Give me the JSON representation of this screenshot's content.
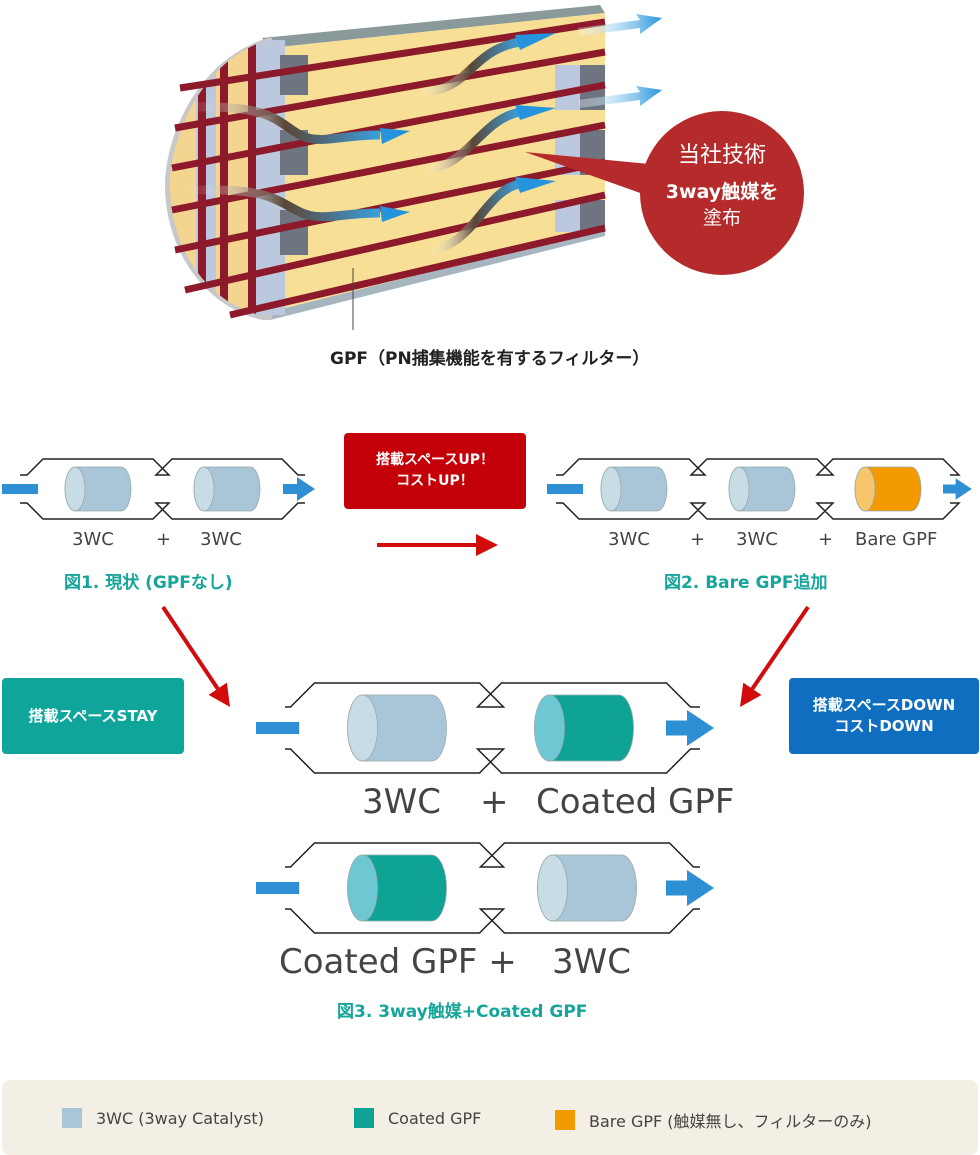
{
  "top_illustration": {
    "gpf_label": "GPF（PN捕集機能を有するフィルター）",
    "bubble": {
      "line1": "当社技術",
      "line2": "3way触媒を",
      "line3": "塗布"
    }
  },
  "figure1": {
    "labels": [
      "3WC",
      "+",
      "3WC"
    ],
    "caption": "図1. 現状 (GPFなし)"
  },
  "figure2": {
    "labels": [
      "3WC",
      "+",
      "3WC",
      "+",
      "Bare GPF"
    ],
    "caption": "図2. Bare GPF追加"
  },
  "callout_up": {
    "line1": "搭載スペースUP！",
    "line2": "コストUP！"
  },
  "callout_stay": {
    "line1": "搭載スペースSTAY"
  },
  "callout_down": {
    "line1": "搭載スペースDOWN",
    "line2": "コストDOWN"
  },
  "figure3": {
    "row1_labels": [
      "3WC",
      "+",
      "Coated GPF"
    ],
    "row2_labels": [
      "Coated GPF +",
      "3WC"
    ],
    "caption": "図3. 3way触媒+Coated GPF"
  },
  "legend": {
    "items": [
      {
        "label": "3WC (3way Catalyst)",
        "color": "#a9c6d8"
      },
      {
        "label": "Coated GPF",
        "color": "#0fa396"
      },
      {
        "label": "Bare GPF (触媒無し、フィルターのみ)",
        "color": "#f39a00"
      }
    ]
  },
  "colors": {
    "teal": "#16a59a",
    "red": "#c40008",
    "blue_box": "#0f6ec0",
    "flow_arrow": "#2f8fd4",
    "bubble": "#b52a2a"
  }
}
